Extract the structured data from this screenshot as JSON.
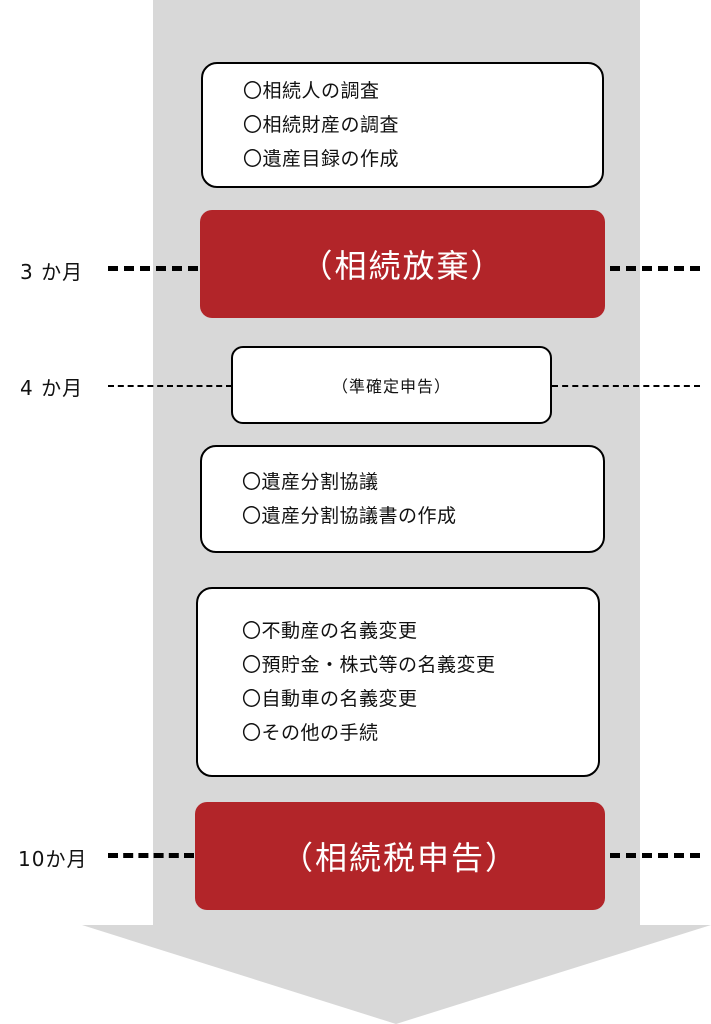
{
  "colors": {
    "arrow": "#d8d8d8",
    "red": "#b22529"
  },
  "boxes": {
    "box1": [
      "〇相続人の調査",
      "〇相続財産の調査",
      "〇遺産目録の作成"
    ],
    "box2": [
      "〇遺産分割協議",
      "〇遺産分割協議書の作成"
    ],
    "box3": [
      "〇不動産の名義変更",
      "〇預貯金・株式等の名義変更",
      "〇自動車の名義変更",
      "〇その他の手続"
    ]
  },
  "milestones": {
    "m3": {
      "label": "3 か月",
      "title": "（相続放棄）"
    },
    "m4": {
      "label": "4 か月",
      "title": "（準確定申告）"
    },
    "m10": {
      "label": "10か月",
      "title": "（相続税申告）"
    }
  }
}
